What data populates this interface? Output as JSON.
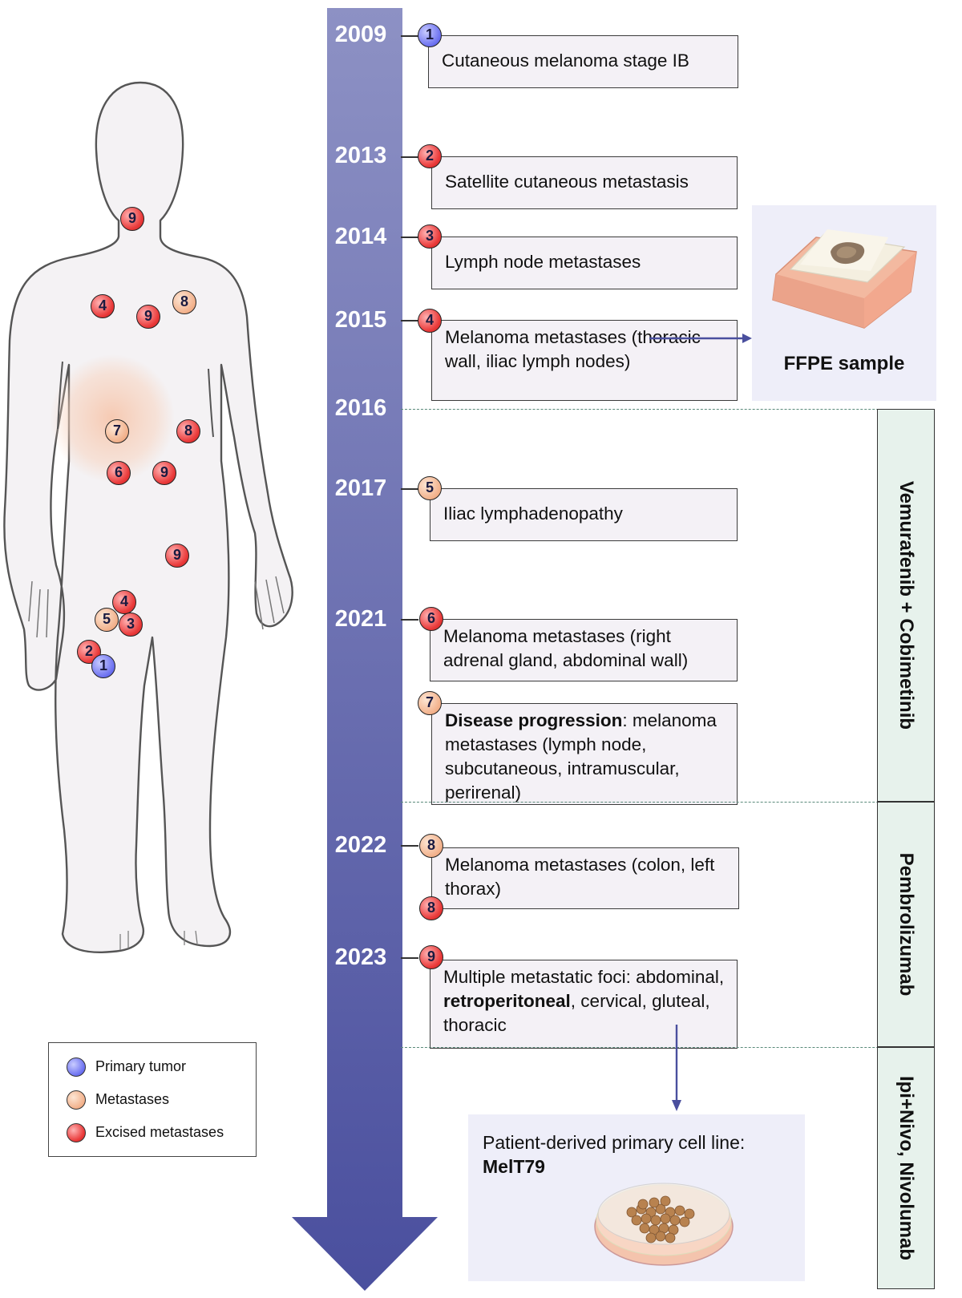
{
  "colors": {
    "primary_tumor": "#6a6ff0",
    "metastases": "#f2b08a",
    "excised_metastases": "#ea3a3a",
    "timeline_arrow_top": "#8d91c4",
    "timeline_arrow_bottom": "#4a4f9e",
    "therapy_box": "#e7f2ec",
    "highlight_area": "#f7cfb8"
  },
  "years": [
    "2009",
    "2013",
    "2014",
    "2015",
    "2016",
    "2017",
    "2021",
    "2022",
    "2023"
  ],
  "events": [
    {
      "num": "1",
      "type": "primary",
      "text": "Cutaneous melanoma stage IB"
    },
    {
      "num": "2",
      "type": "excised",
      "text": "Satellite cutaneous metastasis"
    },
    {
      "num": "3",
      "type": "excised",
      "text": "Lymph node metastases"
    },
    {
      "num": "4",
      "type": "excised",
      "text": "Melanoma metastases (thoracic wall, iliac lymph nodes)"
    },
    {
      "num": "5",
      "type": "metastasis",
      "text": "Iliac lymphadenopathy"
    },
    {
      "num": "6",
      "type": "excised",
      "text": "Melanoma metastases (right adrenal gland, abdominal wall)"
    },
    {
      "num": "7",
      "type": "metastasis",
      "bold": "Disease progression",
      "text": ": melanoma metastases (lymph node, subcutaneous, intramuscular, perirenal)"
    },
    {
      "num": "8",
      "num_b": "8",
      "type": "metastasis",
      "text": "Melanoma metastases (colon, left thorax)"
    },
    {
      "num": "9",
      "type": "excised",
      "text_a": "Multiple metastatic foci: abdominal, ",
      "bold": "retroperitoneal",
      "text_b": ", cervical, gluteal, thoracic"
    }
  ],
  "ffpe": {
    "label": "FFPE sample"
  },
  "cell_line": {
    "label": "Patient-derived primary cell line:",
    "name": "MelT79"
  },
  "therapies": [
    "Vemurafenib + Cobimetinib",
    "Pembrolizumab",
    "Ipi+Nivo, Nivolumab"
  ],
  "legend": [
    {
      "label": "Primary tumor",
      "type": "primary"
    },
    {
      "label": "Metastases",
      "type": "metastasis"
    },
    {
      "label": "Excised metastases",
      "type": "excised"
    }
  ],
  "body_markers": [
    {
      "num": "9",
      "type": "excised"
    },
    {
      "num": "4",
      "type": "excised"
    },
    {
      "num": "9",
      "type": "excised"
    },
    {
      "num": "8",
      "type": "metastasis"
    },
    {
      "num": "7",
      "type": "metastasis"
    },
    {
      "num": "8",
      "type": "excised"
    },
    {
      "num": "6",
      "type": "excised"
    },
    {
      "num": "9",
      "type": "excised"
    },
    {
      "num": "9",
      "type": "excised"
    },
    {
      "num": "4",
      "type": "excised"
    },
    {
      "num": "5",
      "type": "metastasis"
    },
    {
      "num": "3",
      "type": "excised"
    },
    {
      "num": "2",
      "type": "excised"
    },
    {
      "num": "1",
      "type": "primary"
    }
  ]
}
